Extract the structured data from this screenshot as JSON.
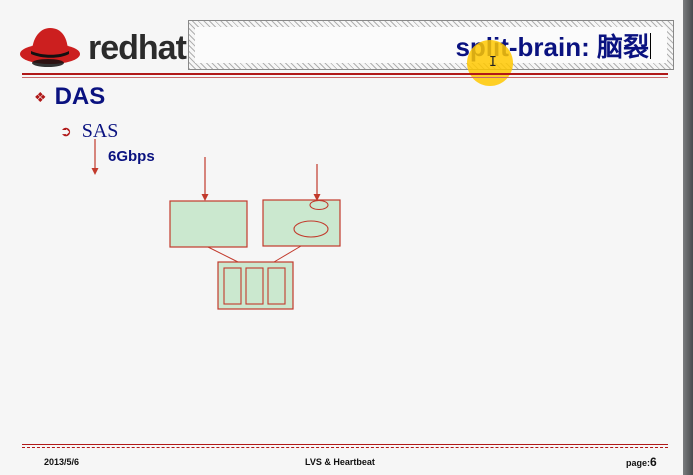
{
  "header": {
    "logo_text": "redhat",
    "title": "split-brain: 脑裂",
    "cursor_glyph": "I"
  },
  "content": {
    "bullet_1": {
      "marker": "❖",
      "text": "DAS"
    },
    "bullet_2": {
      "marker": "➲",
      "text": "SAS"
    },
    "bullet_3": {
      "text": "6Gbps"
    }
  },
  "footer": {
    "date": "2013/5/6",
    "center": "LVS & Heartbeat",
    "page_label": "page:",
    "page_number": "6"
  },
  "colors": {
    "accent_red": "#b01818",
    "title_blue": "#0a1280",
    "box_fill": "#cbe8cf",
    "box_stroke": "#c23a2c"
  },
  "icons": {
    "logo": "redhat-shadowman-icon",
    "cursor": "mouse-cursor-highlight"
  }
}
